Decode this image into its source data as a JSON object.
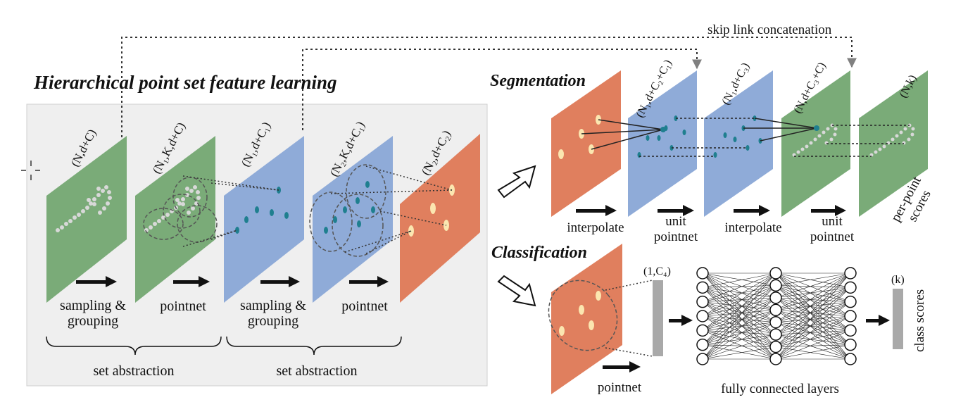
{
  "titles": {
    "main": "Hierarchical point set feature learning",
    "segmentation": "Segmentation",
    "classification": "Classification"
  },
  "labels": {
    "skip_link": "skip link concatenation",
    "set_abstraction_1": "set abstraction",
    "set_abstraction_2": "set abstraction",
    "sampling_grouping_1": [
      "sampling &",
      "grouping"
    ],
    "pointnet_1": "pointnet",
    "sampling_grouping_2": [
      "sampling &",
      "grouping"
    ],
    "pointnet_2": "pointnet",
    "interpolate_1": "interpolate",
    "unit_pointnet_1": [
      "unit",
      "pointnet"
    ],
    "interpolate_2": "interpolate",
    "unit_pointnet_2": [
      "unit",
      "pointnet"
    ],
    "per_point_scores": [
      "per-point",
      "scores"
    ],
    "cls_pointnet": "pointnet",
    "fully_connected": "fully connected layers",
    "class_scores": "class scores"
  },
  "dims": {
    "h1": "(N,d+C)",
    "h2": "(N₁,K,d+C)",
    "h3": "(N₁,d+C₁)",
    "h4": "(N₂,K,d+C₁)",
    "h5": "(N₂,d+C₂)",
    "s1": "(N₁,d+C₂+C₁)",
    "s2": "(N₁,d+C₃)",
    "s3": "(N,d+C₃+C)",
    "s4": "(N,k)",
    "c1": "(1,C₄)",
    "c2": "(k)"
  },
  "colors": {
    "green": "#7aab78",
    "blue": "#8fabd8",
    "orange": "#e07f5e",
    "gray_panel": "#efefef",
    "gray_bar": "#a9a9a9",
    "teal_point": "#1f7f8f",
    "yellow_point": "#fbe6b0"
  }
}
